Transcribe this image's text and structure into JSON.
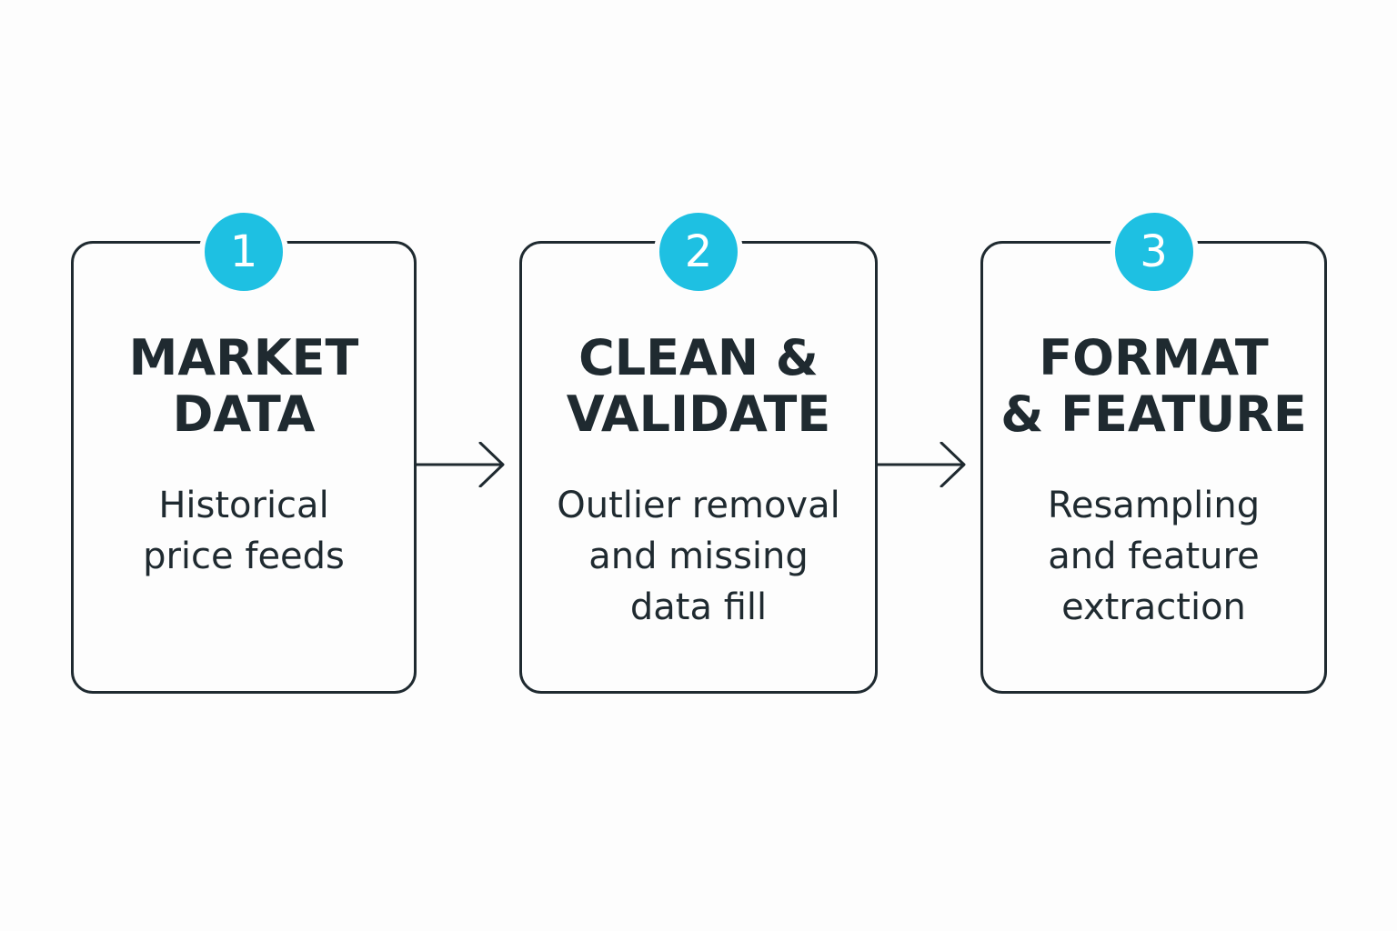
{
  "steps": [
    {
      "number": "1",
      "title_lines": [
        "MARKET",
        "DATA"
      ],
      "desc_lines": [
        "Historical",
        "price feeds"
      ]
    },
    {
      "number": "2",
      "title_lines": [
        "CLEAN &",
        "VALIDATE"
      ],
      "desc_lines": [
        "Outlier removal",
        "and missing",
        "data fill"
      ]
    },
    {
      "number": "3",
      "title_lines": [
        "FORMAT",
        "& FEATURE"
      ],
      "desc_lines": [
        "Resampling",
        "and feature",
        "extraction"
      ]
    }
  ],
  "colors": {
    "accent": "#1ec0e2",
    "stroke": "#1f2a30",
    "background": "#fdfdfd"
  },
  "icons": {
    "connector": "arrow-right-icon"
  }
}
